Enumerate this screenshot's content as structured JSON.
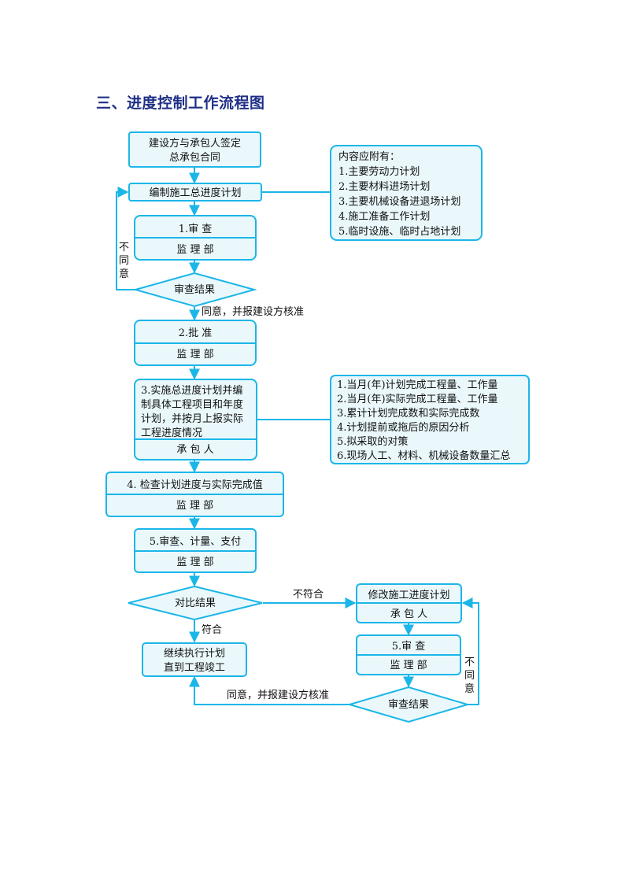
{
  "title": "三、进度控制工作流程图",
  "nodes": {
    "sign_contract": {
      "lines": [
        "建设方与承包人签定",
        "总承包合同"
      ]
    },
    "compile_plan": {
      "label": "编制施工总进度计划"
    },
    "review1": {
      "label": "1.审  查",
      "dept": "监 理 部"
    },
    "review_result1": {
      "label": "审查结果"
    },
    "approve": {
      "label": "2.批  准",
      "dept": "监 理 部"
    },
    "implement": {
      "lines": [
        "3.实施总进度计划并编",
        "制具体工程项目和年度",
        "计划，并按月上报实际",
        "工程进度情况"
      ],
      "dept": "承 包 人"
    },
    "check": {
      "label": "4. 检查计划进度与实际完成值",
      "dept": "监 理 部"
    },
    "review_measure": {
      "label": "5.审查、计量、支付",
      "dept": "监 理 部"
    },
    "compare": {
      "label": "对比结果"
    },
    "continue": {
      "lines": [
        "继续执行计划",
        "直到工程竣工"
      ]
    },
    "modify_plan": {
      "label": "修改施工进度计划",
      "dept": "承 包 人"
    },
    "review5": {
      "label": "5.审  查",
      "dept": "监 理 部"
    },
    "review_result2": {
      "label": "审查结果"
    }
  },
  "notes": {
    "attachments": [
      "内容应附有：",
      "1.主要劳动力计划",
      "2.主要材料进场计划",
      "3.主要机械设备进退场计划",
      "4.施工准备工作计划",
      "5.临时设施、临时占地计划"
    ],
    "monthly_report": [
      "1.当月(年)计划完成工程量、工作量",
      "2.当月(年)实际完成工程量、工作量",
      "3.累计计划完成数和实际完成数",
      "4.计划提前或拖后的原因分析",
      "5.拟采取的对策",
      "6.现场人工、材料、机械设备数量汇总"
    ]
  },
  "edge_labels": {
    "disagree1": [
      "不",
      "同",
      "意"
    ],
    "agree1": "同意，并报建设方核准",
    "mismatch": "不符合",
    "match": "符合",
    "agree2": "同意，并报建设方核准",
    "disagree2": [
      "不",
      "同",
      "意"
    ]
  }
}
